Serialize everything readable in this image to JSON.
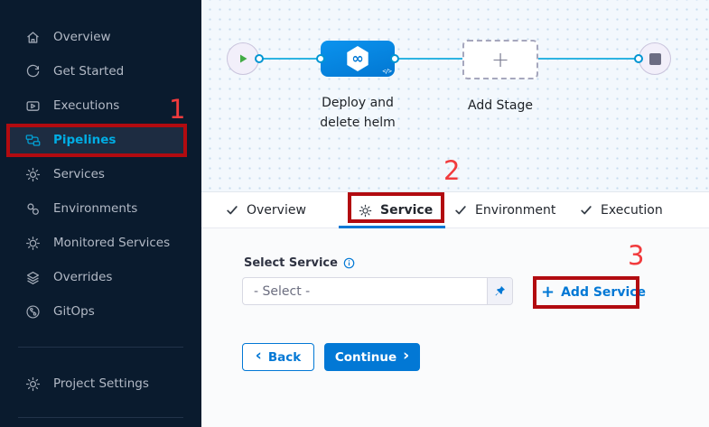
{
  "sidebar": {
    "items": [
      {
        "label": "Overview",
        "icon": "home-icon"
      },
      {
        "label": "Get Started",
        "icon": "get-started-icon"
      },
      {
        "label": "Executions",
        "icon": "executions-icon"
      },
      {
        "label": "Pipelines",
        "icon": "pipelines-icon",
        "active": true
      },
      {
        "label": "Services",
        "icon": "services-gear-icon"
      },
      {
        "label": "Environments",
        "icon": "environments-icon"
      },
      {
        "label": "Monitored Services",
        "icon": "monitored-services-icon"
      },
      {
        "label": "Overrides",
        "icon": "overrides-layers-icon"
      },
      {
        "label": "GitOps",
        "icon": "gitops-icon"
      }
    ],
    "footer_item": {
      "label": "Project Settings",
      "icon": "gear-icon"
    }
  },
  "pipeline": {
    "stage_label_line1": "Deploy and",
    "stage_label_line2": "delete helm",
    "stage_icon": "infinity-icon",
    "stage_code_glyph": "</>",
    "infinity_glyph": "∞",
    "add_stage_label": "Add Stage",
    "add_stage_plus": "+"
  },
  "tabs": [
    {
      "label": "Overview",
      "icon": "check-icon"
    },
    {
      "label": "Service",
      "icon": "gear-icon",
      "active": true
    },
    {
      "label": "Environment",
      "icon": "check-icon"
    },
    {
      "label": "Execution",
      "icon": "check-icon"
    }
  ],
  "form": {
    "select_service_label": "Select Service",
    "select_placeholder": "- Select -",
    "add_service_plus": "+",
    "add_service_label": "Add Service",
    "back_chevron": "‹",
    "back_label": "Back",
    "continue_label": "Continue",
    "continue_chevron": "›"
  },
  "annotations": {
    "step1": "1",
    "step2": "2",
    "step3": "3"
  },
  "colors": {
    "sidebar_bg": "#0a1b2e",
    "primary_blue": "#0278d5",
    "link_cyan": "#00ade4",
    "annotation_red": "#b20b10",
    "annotation_num_red": "#f13b3d",
    "success_green": "#42ab45"
  }
}
